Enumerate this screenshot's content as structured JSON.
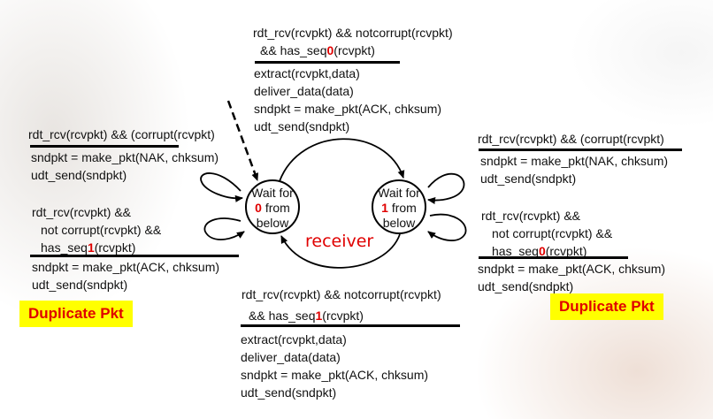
{
  "top_transition": {
    "condition_line1": "rdt_rcv(rcvpkt) && notcorrupt(rcvpkt)",
    "condition_line2_prefix": "&& has_seq",
    "condition_line2_seq": "0",
    "condition_line2_suffix": "(rcvpkt)",
    "actions": [
      "extract(rcvpkt,data)",
      "deliver_data(data)",
      "sndpkt = make_pkt(ACK, chksum)",
      "udt_send(sndpkt)"
    ]
  },
  "bottom_transition": {
    "condition_line1": "rdt_rcv(rcvpkt) && notcorrupt(rcvpkt)",
    "condition_line2_prefix": "&& has_seq",
    "condition_line2_seq": "1",
    "condition_line2_suffix": "(rcvpkt)",
    "actions": [
      "extract(rcvpkt,data)",
      "deliver_data(data)",
      "sndpkt = make_pkt(ACK, chksum)",
      "udt_send(sndpkt)"
    ]
  },
  "left_corrupt": {
    "condition": "rdt_rcv(rcvpkt) && (corrupt(rcvpkt)",
    "actions": [
      "sndpkt = make_pkt(NAK, chksum)",
      "udt_send(sndpkt)"
    ]
  },
  "left_duplicate": {
    "condition_line1": "rdt_rcv(rcvpkt) &&",
    "condition_line2": "not corrupt(rcvpkt) &&",
    "condition_line3_prefix": "has_seq",
    "condition_line3_seq": "1",
    "condition_line3_suffix": "(rcvpkt)",
    "actions": [
      "sndpkt = make_pkt(ACK, chksum)",
      "udt_send(sndpkt)"
    ]
  },
  "right_corrupt": {
    "condition": "rdt_rcv(rcvpkt) && (corrupt(rcvpkt)",
    "actions": [
      "sndpkt = make_pkt(NAK, chksum)",
      "udt_send(sndpkt)"
    ]
  },
  "right_duplicate": {
    "condition_line1": "rdt_rcv(rcvpkt) &&",
    "condition_line2": "not corrupt(rcvpkt) &&",
    "condition_line3_prefix": "has_seq",
    "condition_line3_seq": "0",
    "condition_line3_suffix": "(rcvpkt)",
    "actions": [
      "sndpkt = make_pkt(ACK, chksum)",
      "udt_send(sndpkt)"
    ]
  },
  "states": {
    "left": {
      "line1": "Wait for",
      "seq": "0",
      "line2_suffix": " from",
      "line3": "below"
    },
    "right": {
      "line1": "Wait for",
      "seq": "1",
      "line2_suffix": " from",
      "line3": "below"
    }
  },
  "receiver_label": "receiver",
  "duplicate_left": "Duplicate Pkt",
  "duplicate_right": "Duplicate Pkt",
  "colors": {
    "highlight": "#e00000",
    "badge_bg": "#ffff00"
  }
}
